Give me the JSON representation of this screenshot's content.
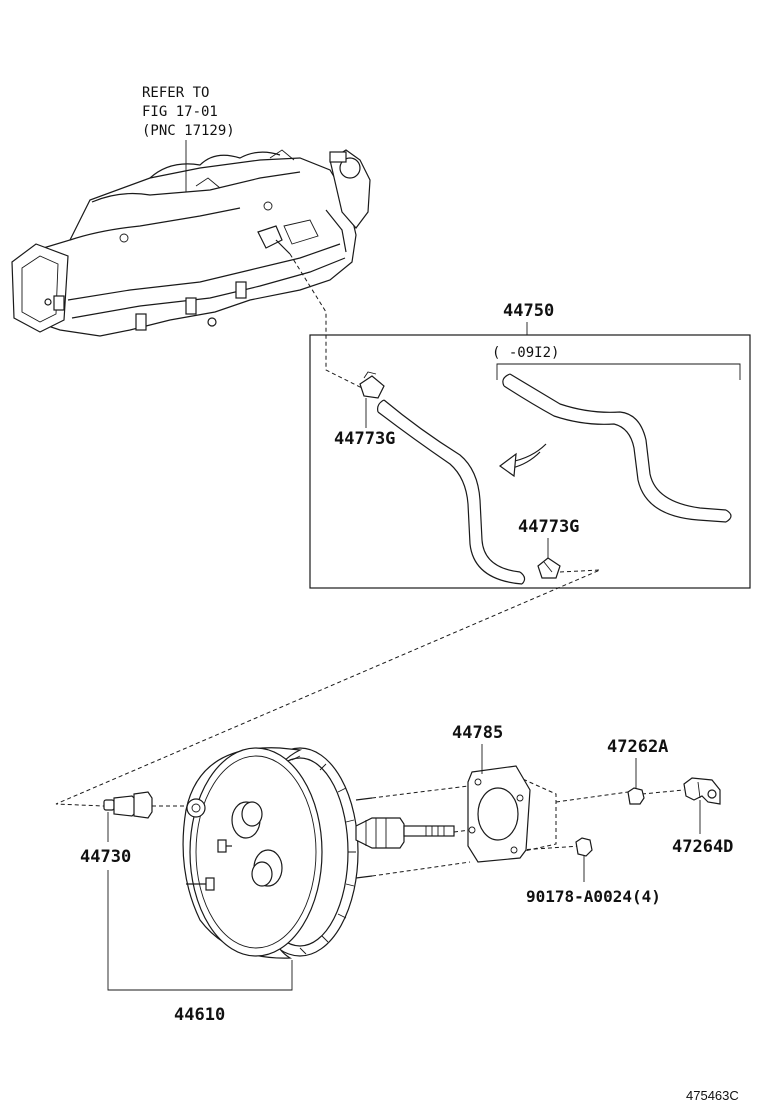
{
  "refer": {
    "line1": "REFER TO",
    "line2": "FIG 17-01",
    "line3": "(PNC 17129)"
  },
  "parts": {
    "hose_assembly": "44750",
    "clip_upper": "44773G",
    "clip_lower": "44773G",
    "year_note": "(      -09I2)",
    "gasket": "44785",
    "clevis_nut": "47262A",
    "clevis": "47264D",
    "check_valve": "44730",
    "nut": "90178-A0024(4)",
    "booster": "44610"
  },
  "diagram_code": "475463C"
}
